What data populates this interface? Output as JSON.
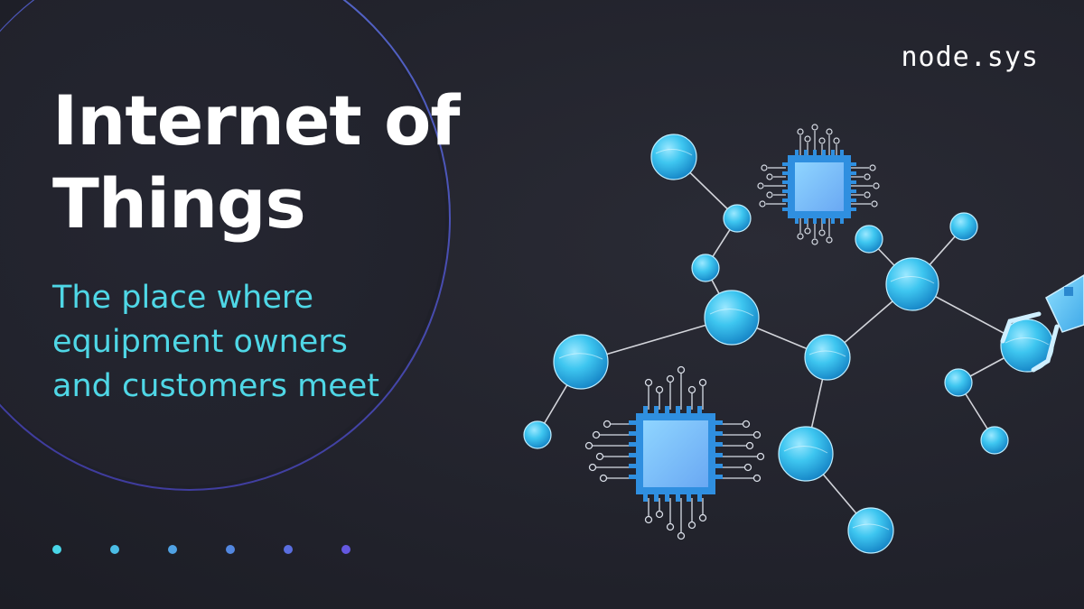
{
  "brand": {
    "name": "node.sys"
  },
  "hero": {
    "title_lines": [
      "Internet of",
      "Things"
    ],
    "subtitle_lines": [
      "The place where",
      "equipment owners",
      "and customers meet"
    ]
  },
  "pagination": {
    "dot_count": 6,
    "dot_colors": [
      "#49d6e8",
      "#4bbde6",
      "#50a2e4",
      "#5287e0",
      "#5a6ee0",
      "#6458e0"
    ]
  },
  "colors": {
    "background": "#22232c",
    "title": "#ffffff",
    "subtitle": "#4fd7e6",
    "ring": "#4a4fb8",
    "node": "#3ec6f0",
    "chip": "#59b3f2"
  },
  "illustration": {
    "icons": [
      "molecule-network-icon",
      "microchip-icon",
      "microchip-icon",
      "robotic-arm-icon"
    ]
  }
}
